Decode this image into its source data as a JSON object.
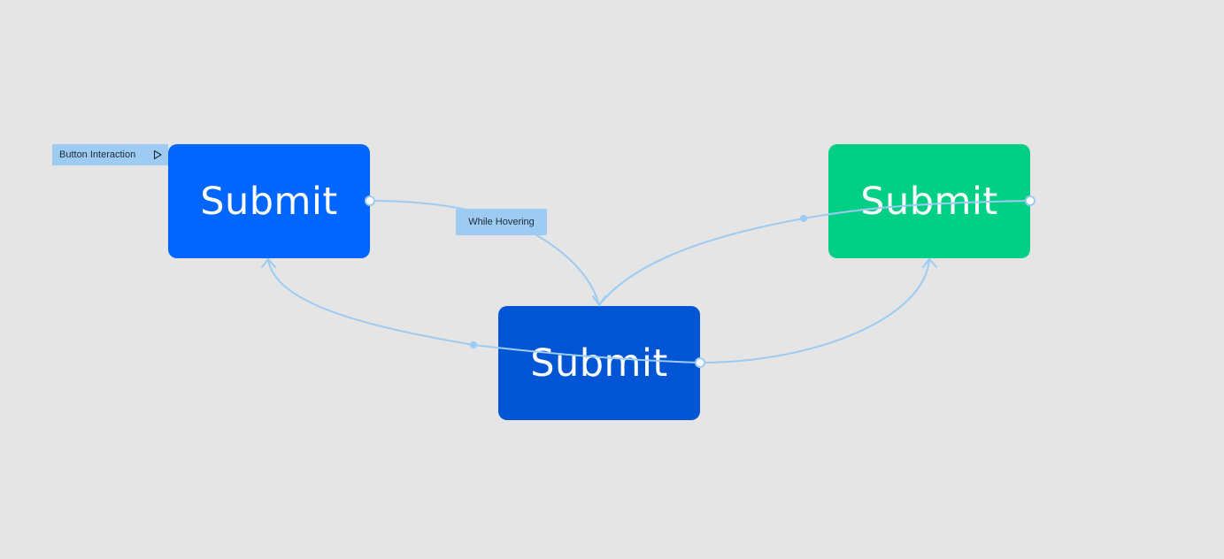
{
  "canvas": {
    "background": "#e5e5e5"
  },
  "flow": {
    "start_label": "Button Interaction",
    "start_icon": "play-outline-icon"
  },
  "frames": {
    "default": {
      "label": "Submit",
      "color": "#0066ff"
    },
    "hover": {
      "label": "Submit",
      "color": "#0055d4"
    },
    "pressed": {
      "label": "Submit",
      "color": "#00cf85"
    }
  },
  "connections": {
    "color": "#9dcbf2",
    "trigger_label": "While Hovering"
  }
}
